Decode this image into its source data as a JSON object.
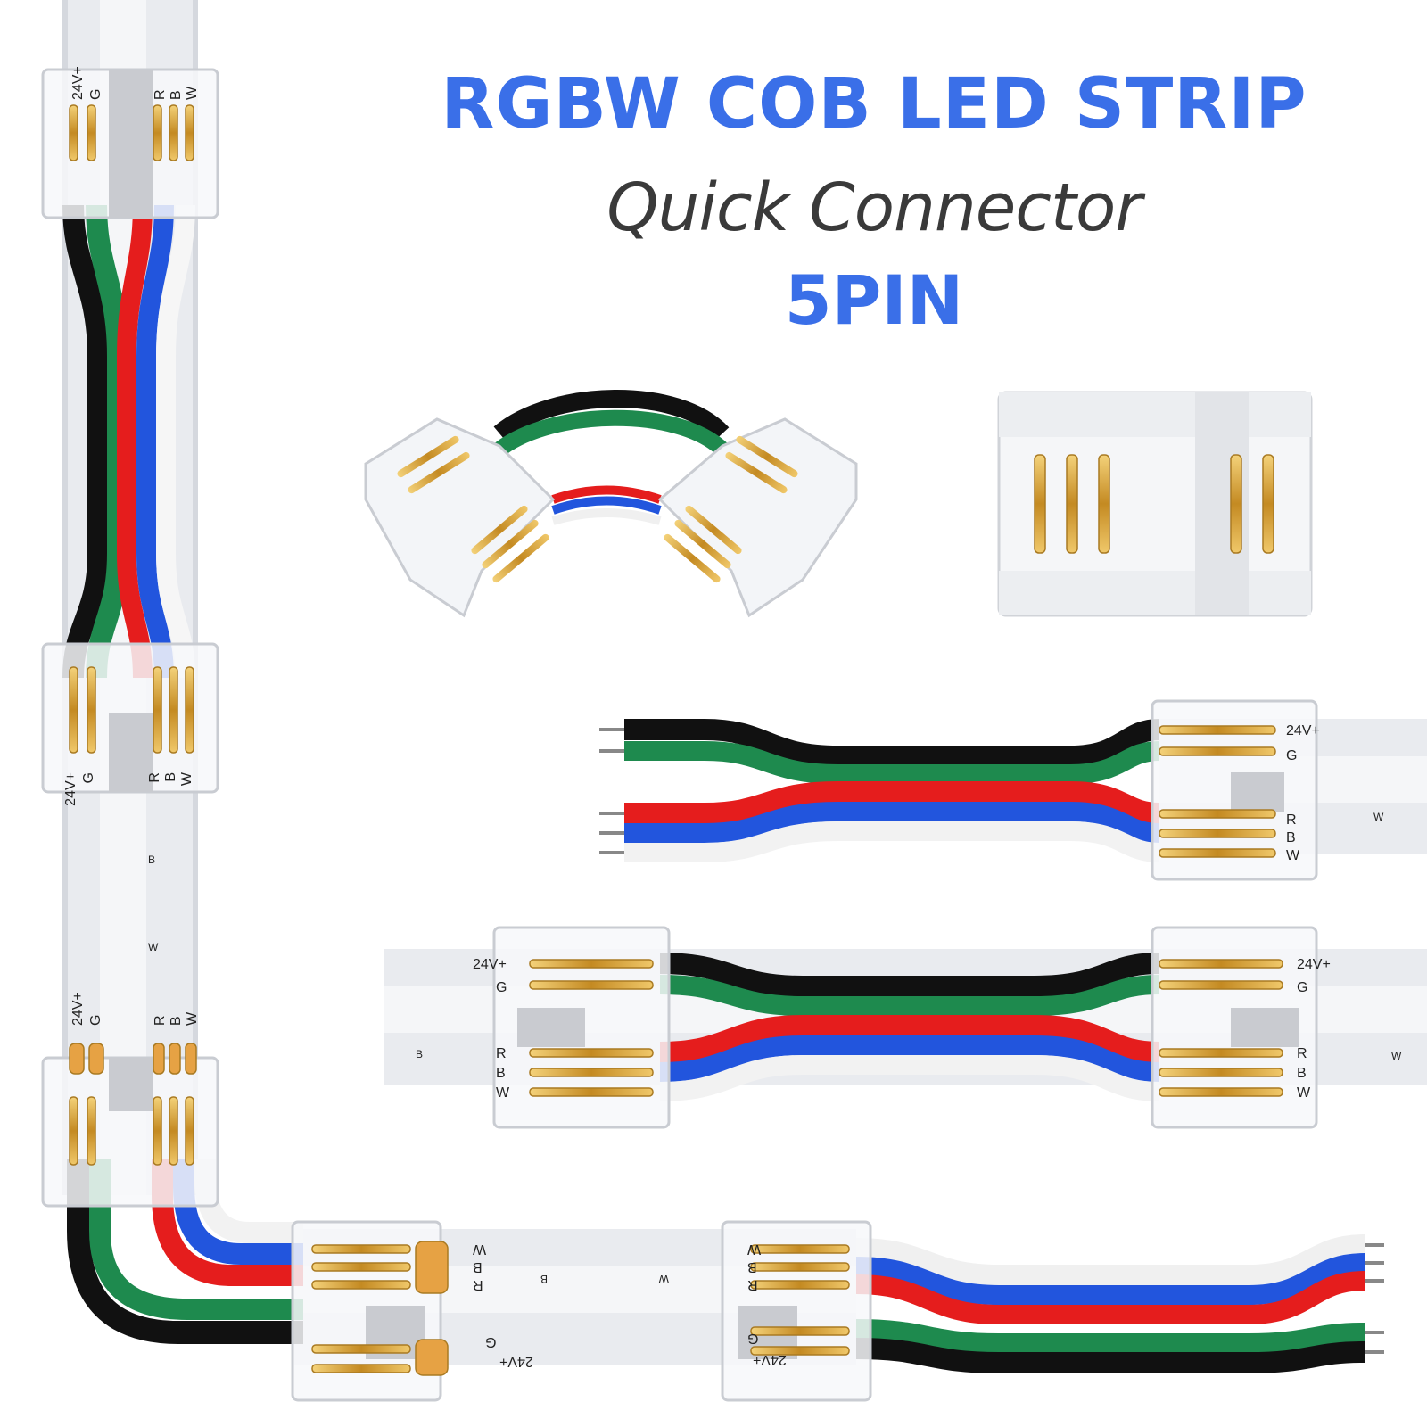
{
  "header": {
    "title": "RGBW COB LED STRIP",
    "subtitle": "Quick Connector",
    "pins": "5PIN"
  },
  "colors": {
    "title_blue": "#3a6fe8",
    "subtitle_gray": "#3a3a3a",
    "wire_black": "#111111",
    "wire_green": "#1e8a4e",
    "wire_red": "#e51d1d",
    "wire_blue": "#2255dd",
    "wire_white": "#f4f4f4",
    "strip": "#e8eaee",
    "gold": "#d9a53c"
  },
  "labels": {
    "v24": "24V+",
    "g": "G",
    "r": "R",
    "b": "B",
    "w": "W"
  }
}
